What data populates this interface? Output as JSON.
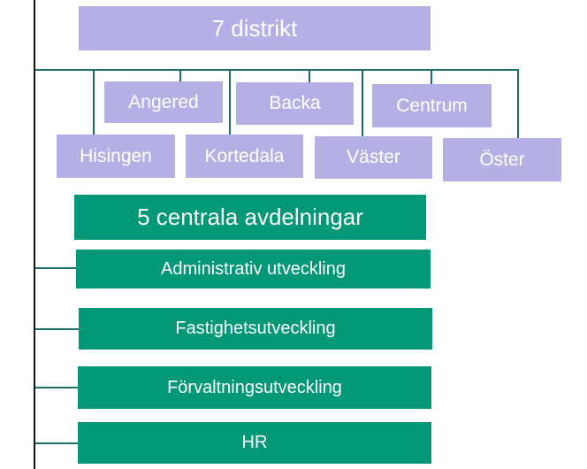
{
  "districts": {
    "title": "7 distrikt",
    "items": [
      "Angered",
      "Backa",
      "Centrum",
      "Hisingen",
      "Kortedala",
      "Väster",
      "Öster"
    ]
  },
  "departments": {
    "title": "5 centrala avdelningar",
    "items": [
      "Administrativ utveckling",
      "Fastighetsutveckling",
      "Förvaltningsutveckling",
      "HR"
    ]
  },
  "colors": {
    "district": "#b4b0e6",
    "department": "#009877",
    "connector": "#1e6f6a"
  }
}
